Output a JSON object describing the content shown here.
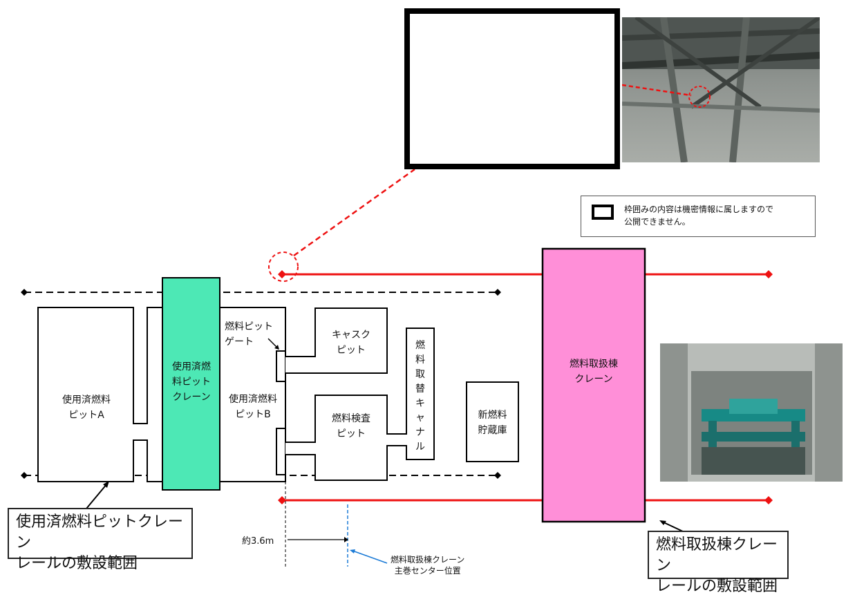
{
  "regions": {
    "pit_a": "使用済燃料\nピットA",
    "pit_crane": "使用済燃\n料ピット\nクレーン",
    "pit_b": "使用済燃料\nピットB",
    "pit_gate": "燃料ピット\nゲート",
    "cask_pit": "キャスク\nピット",
    "inspection_pit": "燃料検査\nピット",
    "canal": "燃\n料\n取\n替\nキ\nャ\nナ\nル",
    "new_fuel_storage": "新燃料\n貯蔵庫",
    "building_crane": "燃料取扱棟\nクレーン"
  },
  "legend": {
    "text": "枠囲みの内容は機密情報に属しますので\n公開できません。"
  },
  "callouts": {
    "pit_crane_rail": "使用済燃料ピットクレーン\nレールの敷設範囲",
    "building_crane_rail": "燃料取扱棟クレーン\nレールの敷設範囲"
  },
  "dimension": {
    "distance": "約3.6m",
    "center_label": "燃料取扱棟クレーン\n主巻センター位置"
  },
  "colors": {
    "rail_red": "#ee1111",
    "pit_crane_fill": "#4de8b5",
    "building_crane_fill": "#ff8fd8",
    "center_line_blue": "#1a7ad6"
  }
}
